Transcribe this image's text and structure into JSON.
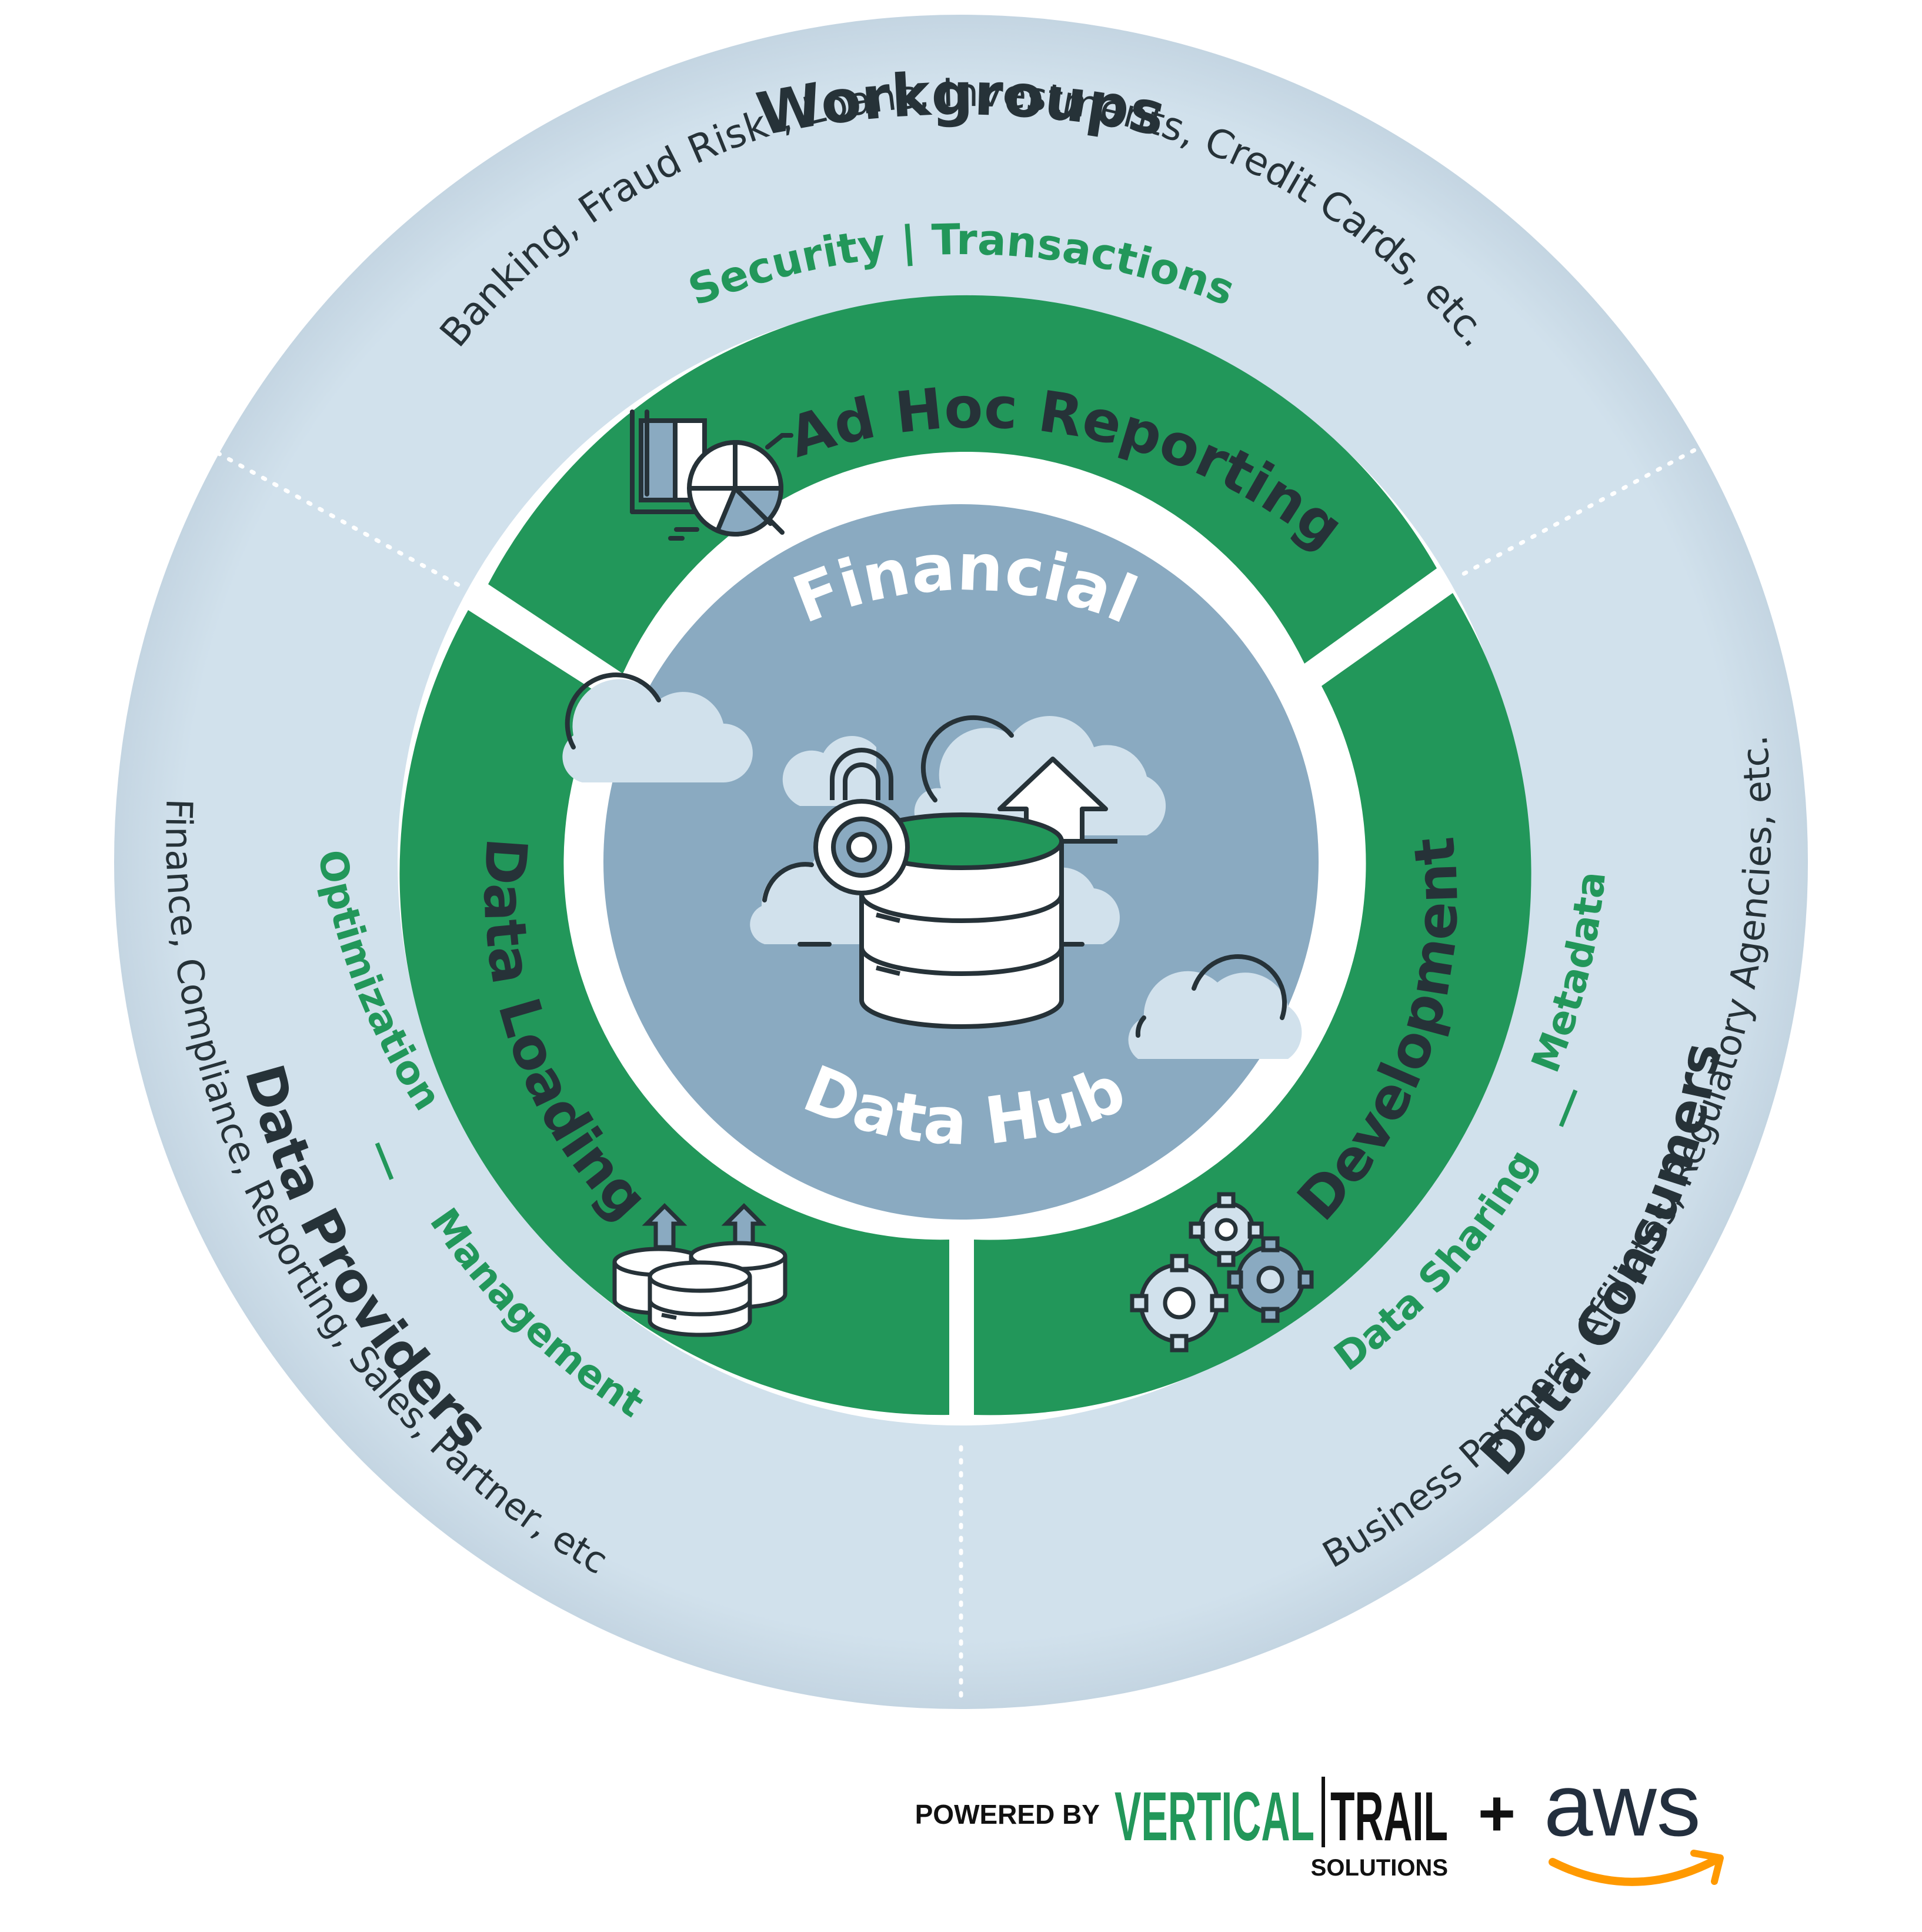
{
  "outer": {
    "workgroups": {
      "title": "Workgroups",
      "subtitle": "Banking, Fraud Risk , Loans, Investments, Credit Cards, etc.",
      "tag_left": "Security",
      "tag_sep": "|",
      "tag_right": "Transactions"
    },
    "data_providers": {
      "title": "Data Providers",
      "subtitle": "Finance, Compliance, Reporting, Sales, Partner, etc",
      "tag_left": "Optimization",
      "tag_sep": "|",
      "tag_right": "Management"
    },
    "data_consumers": {
      "title": "Data Consumers",
      "subtitle": "Business Partners, Affiliates, Regulatory Agencies, etc.",
      "tag_left": "Data Sharing",
      "tag_sep": "|",
      "tag_right": "Metadata"
    }
  },
  "ring": {
    "top": "Ad Hoc Reporting",
    "left": "Data Loading",
    "right": "Development"
  },
  "hub": {
    "top": "Financial",
    "bottom": "Data Hub"
  },
  "footer": {
    "powered_by": "POWERED BY",
    "brand_green": "VERTICAL",
    "brand_dark": "TRAIL",
    "brand_sub": "SOLUTIONS",
    "plus": "+",
    "aws": "aws"
  },
  "colors": {
    "outer_bg": "#d1e1ec",
    "ring_green": "#22975a",
    "hub_blue": "#8aaac1",
    "text_dark": "#263238",
    "tag_green": "#22975a",
    "aws_orange": "#ff9900"
  },
  "icons": [
    "chart-icon",
    "cloud-icon",
    "lock-icon",
    "upload-arrow-icon",
    "database-icon",
    "gear-icon",
    "database-upload-icon"
  ]
}
